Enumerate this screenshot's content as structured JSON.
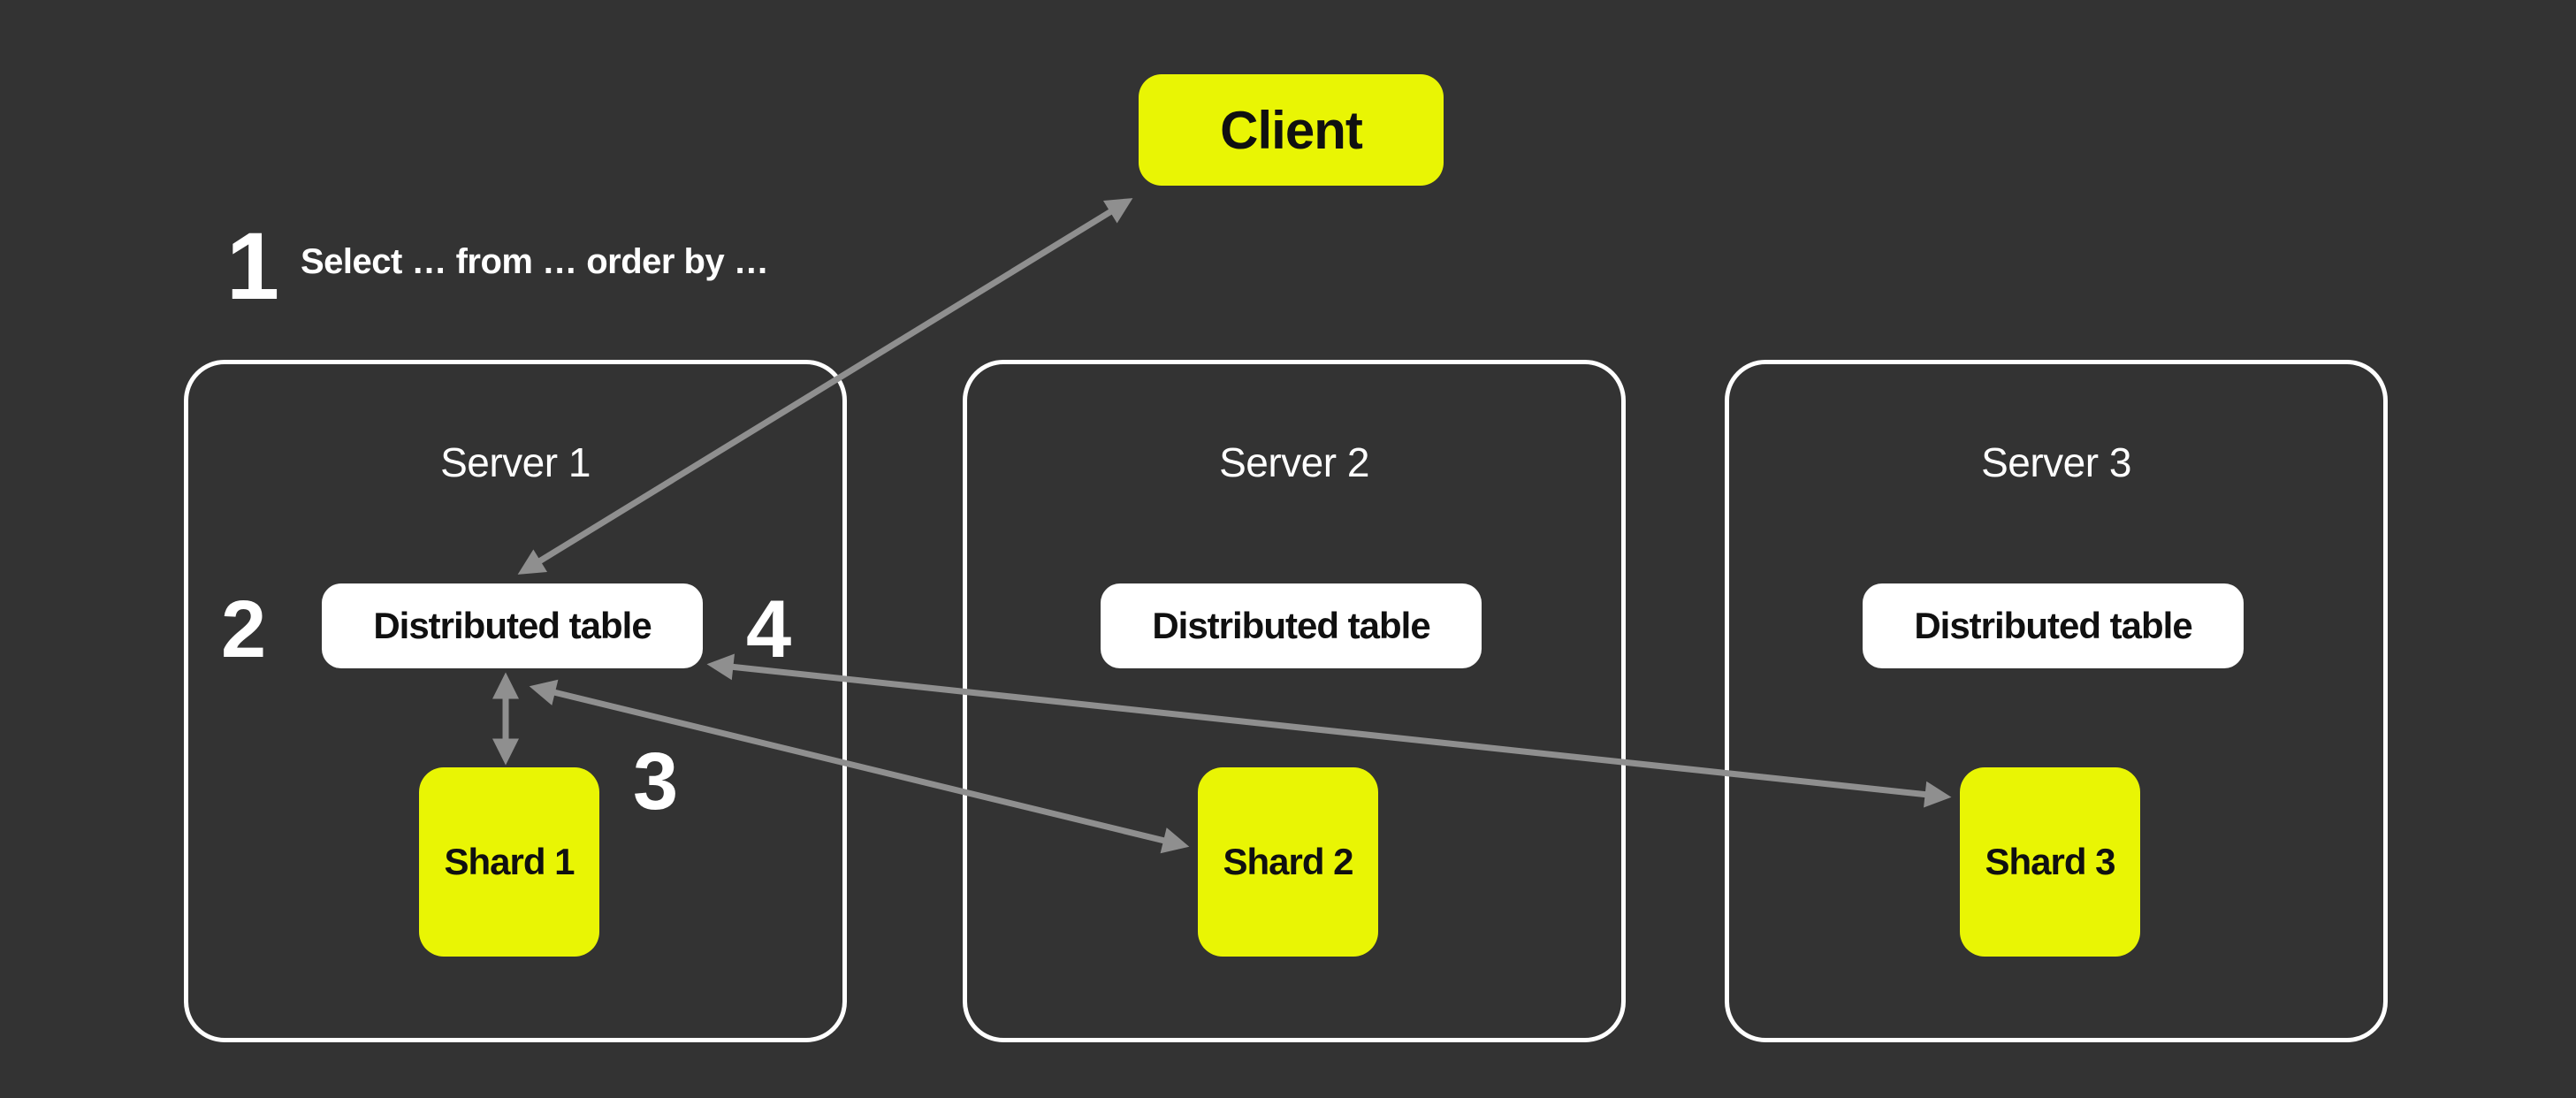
{
  "client": {
    "label": "Client"
  },
  "steps": {
    "one": {
      "number": "1",
      "query": "Select … from … order by …"
    },
    "two": {
      "number": "2"
    },
    "three": {
      "number": "3"
    },
    "four": {
      "number": "4"
    }
  },
  "servers": [
    {
      "title": "Server 1",
      "distributed_table_label": "Distributed table",
      "shard_label": "Shard 1"
    },
    {
      "title": "Server 2",
      "distributed_table_label": "Distributed table",
      "shard_label": "Shard 2"
    },
    {
      "title": "Server 3",
      "distributed_table_label": "Distributed table",
      "shard_label": "Shard 3"
    }
  ],
  "colors": {
    "background": "#333333",
    "node_yellow": "#e9f504",
    "node_white": "#ffffff",
    "arrow_gray": "#8f8f8f",
    "text_dark": "#101010",
    "text_light": "#ffffff"
  }
}
